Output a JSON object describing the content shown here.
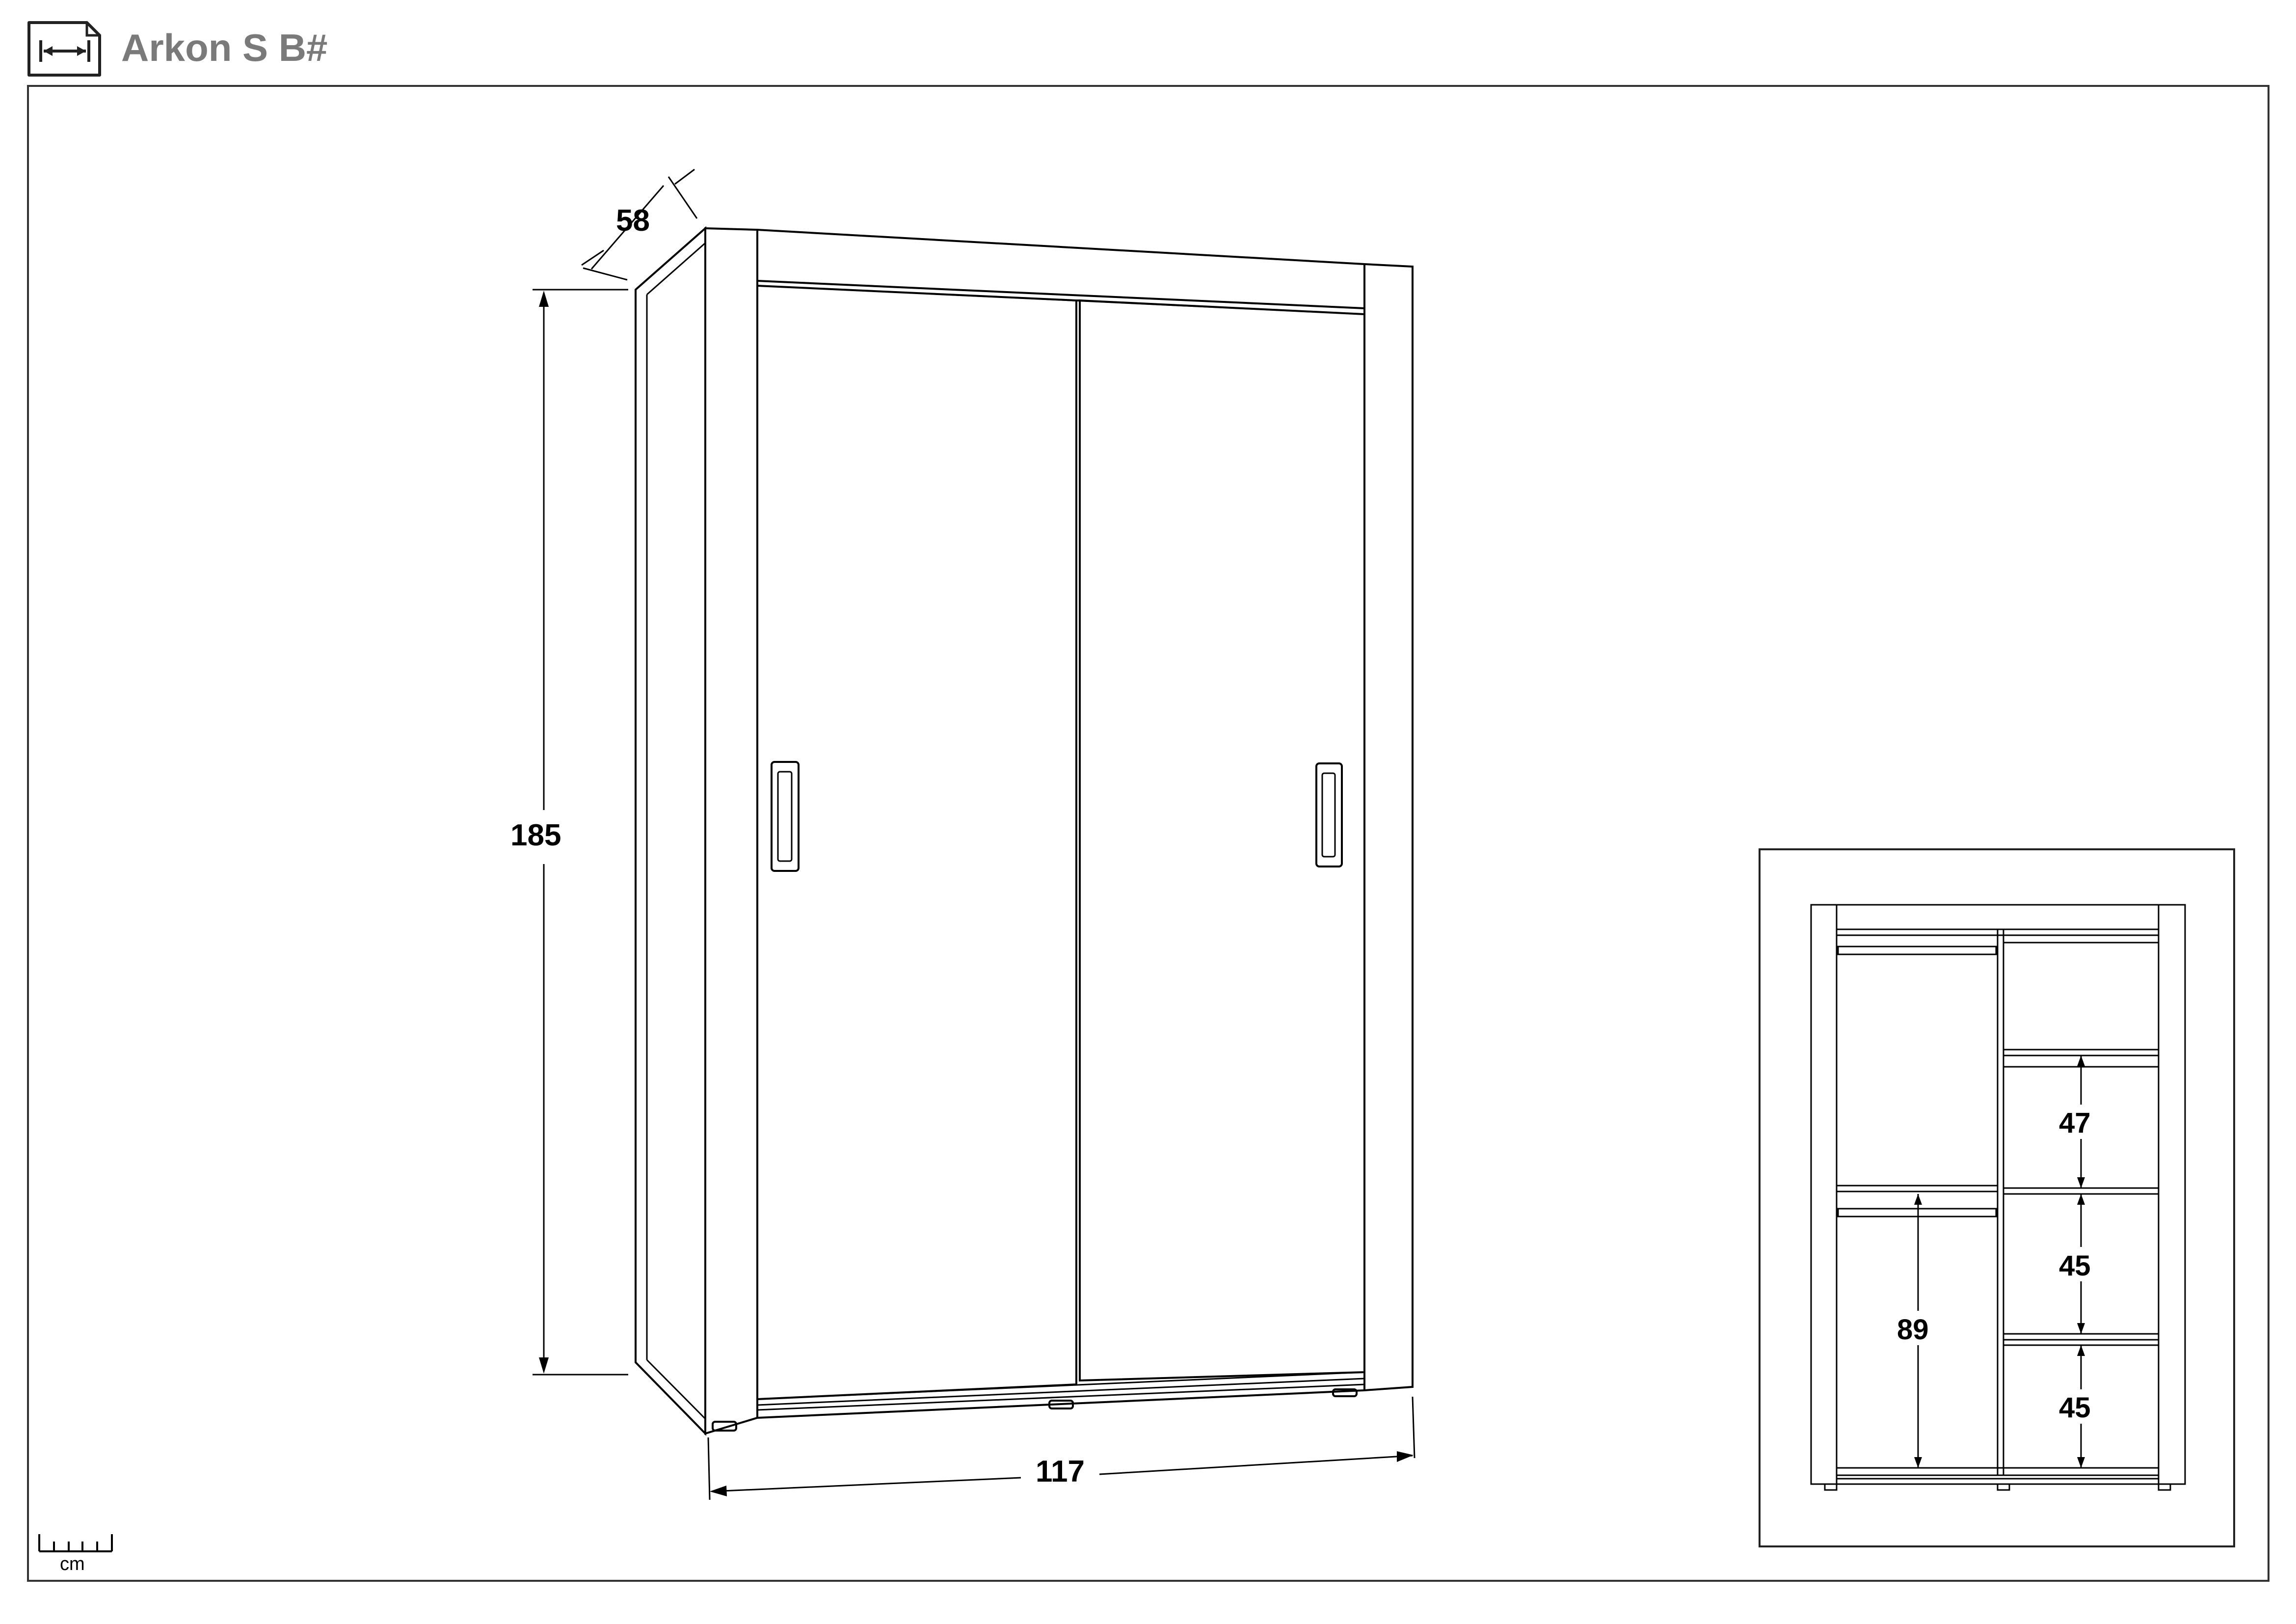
{
  "header": {
    "title": "Arkon S B#",
    "icon": "dimensions-icon"
  },
  "dimensions": {
    "depth": "58",
    "height": "185",
    "width": "117"
  },
  "interior": {
    "shelf_1": "47",
    "shelf_2": "45",
    "shelf_3": "45",
    "hanging_height": "89"
  },
  "scale": {
    "unit": "cm",
    "icon": "ruler-icon"
  }
}
